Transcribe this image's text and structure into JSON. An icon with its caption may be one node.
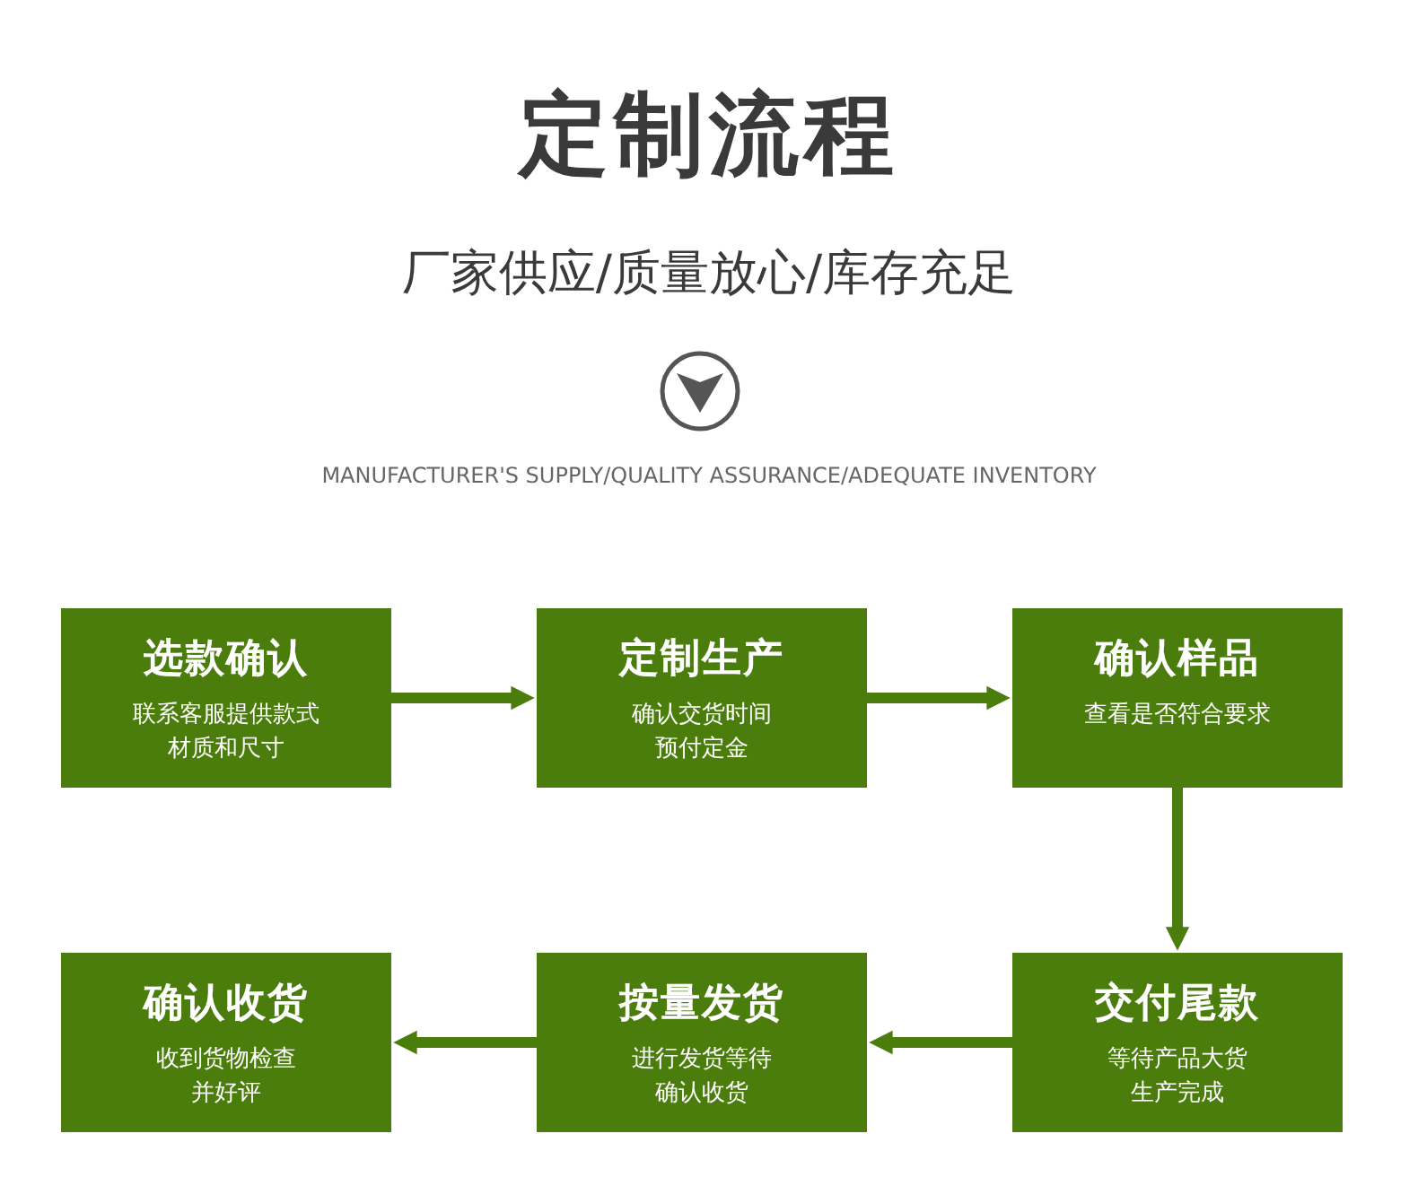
{
  "diagram": {
    "title": "定制流程",
    "nodes": [
      {
        "text": [
          "选款确认",
          "联系客服提供款式材质和尺寸"
        ]
      },
      {
        "text": [
          "定制生产",
          "确认交货时间预付定金"
        ]
      },
      {
        "text": [
          "确认样品",
          "查看是否符合要求"
        ]
      },
      {
        "text": [
          "交付尾款",
          "等待产品大货生产完成"
        ]
      },
      {
        "text": [
          "按量发货",
          "进行发货等待确认收货"
        ]
      },
      {
        "text": [
          "确认收货",
          "收到货物检查并好评"
        ]
      }
    ],
    "edges": [
      {
        "from": 0,
        "to": 1,
        "arrow": "to"
      },
      {
        "from": 1,
        "to": 2,
        "arrow": "to"
      },
      {
        "from": 2,
        "to": 3,
        "arrow": "to"
      },
      {
        "from": 3,
        "to": 4,
        "arrow": "to"
      },
      {
        "from": 4,
        "to": 5,
        "arrow": "to"
      }
    ],
    "labels": [
      "厂家供应/质量放心/库存充足",
      "MANUFACTURER'S SUPPLY/QUALITY ASSURANCE/ADEQUATE INVENTORY"
    ]
  }
}
